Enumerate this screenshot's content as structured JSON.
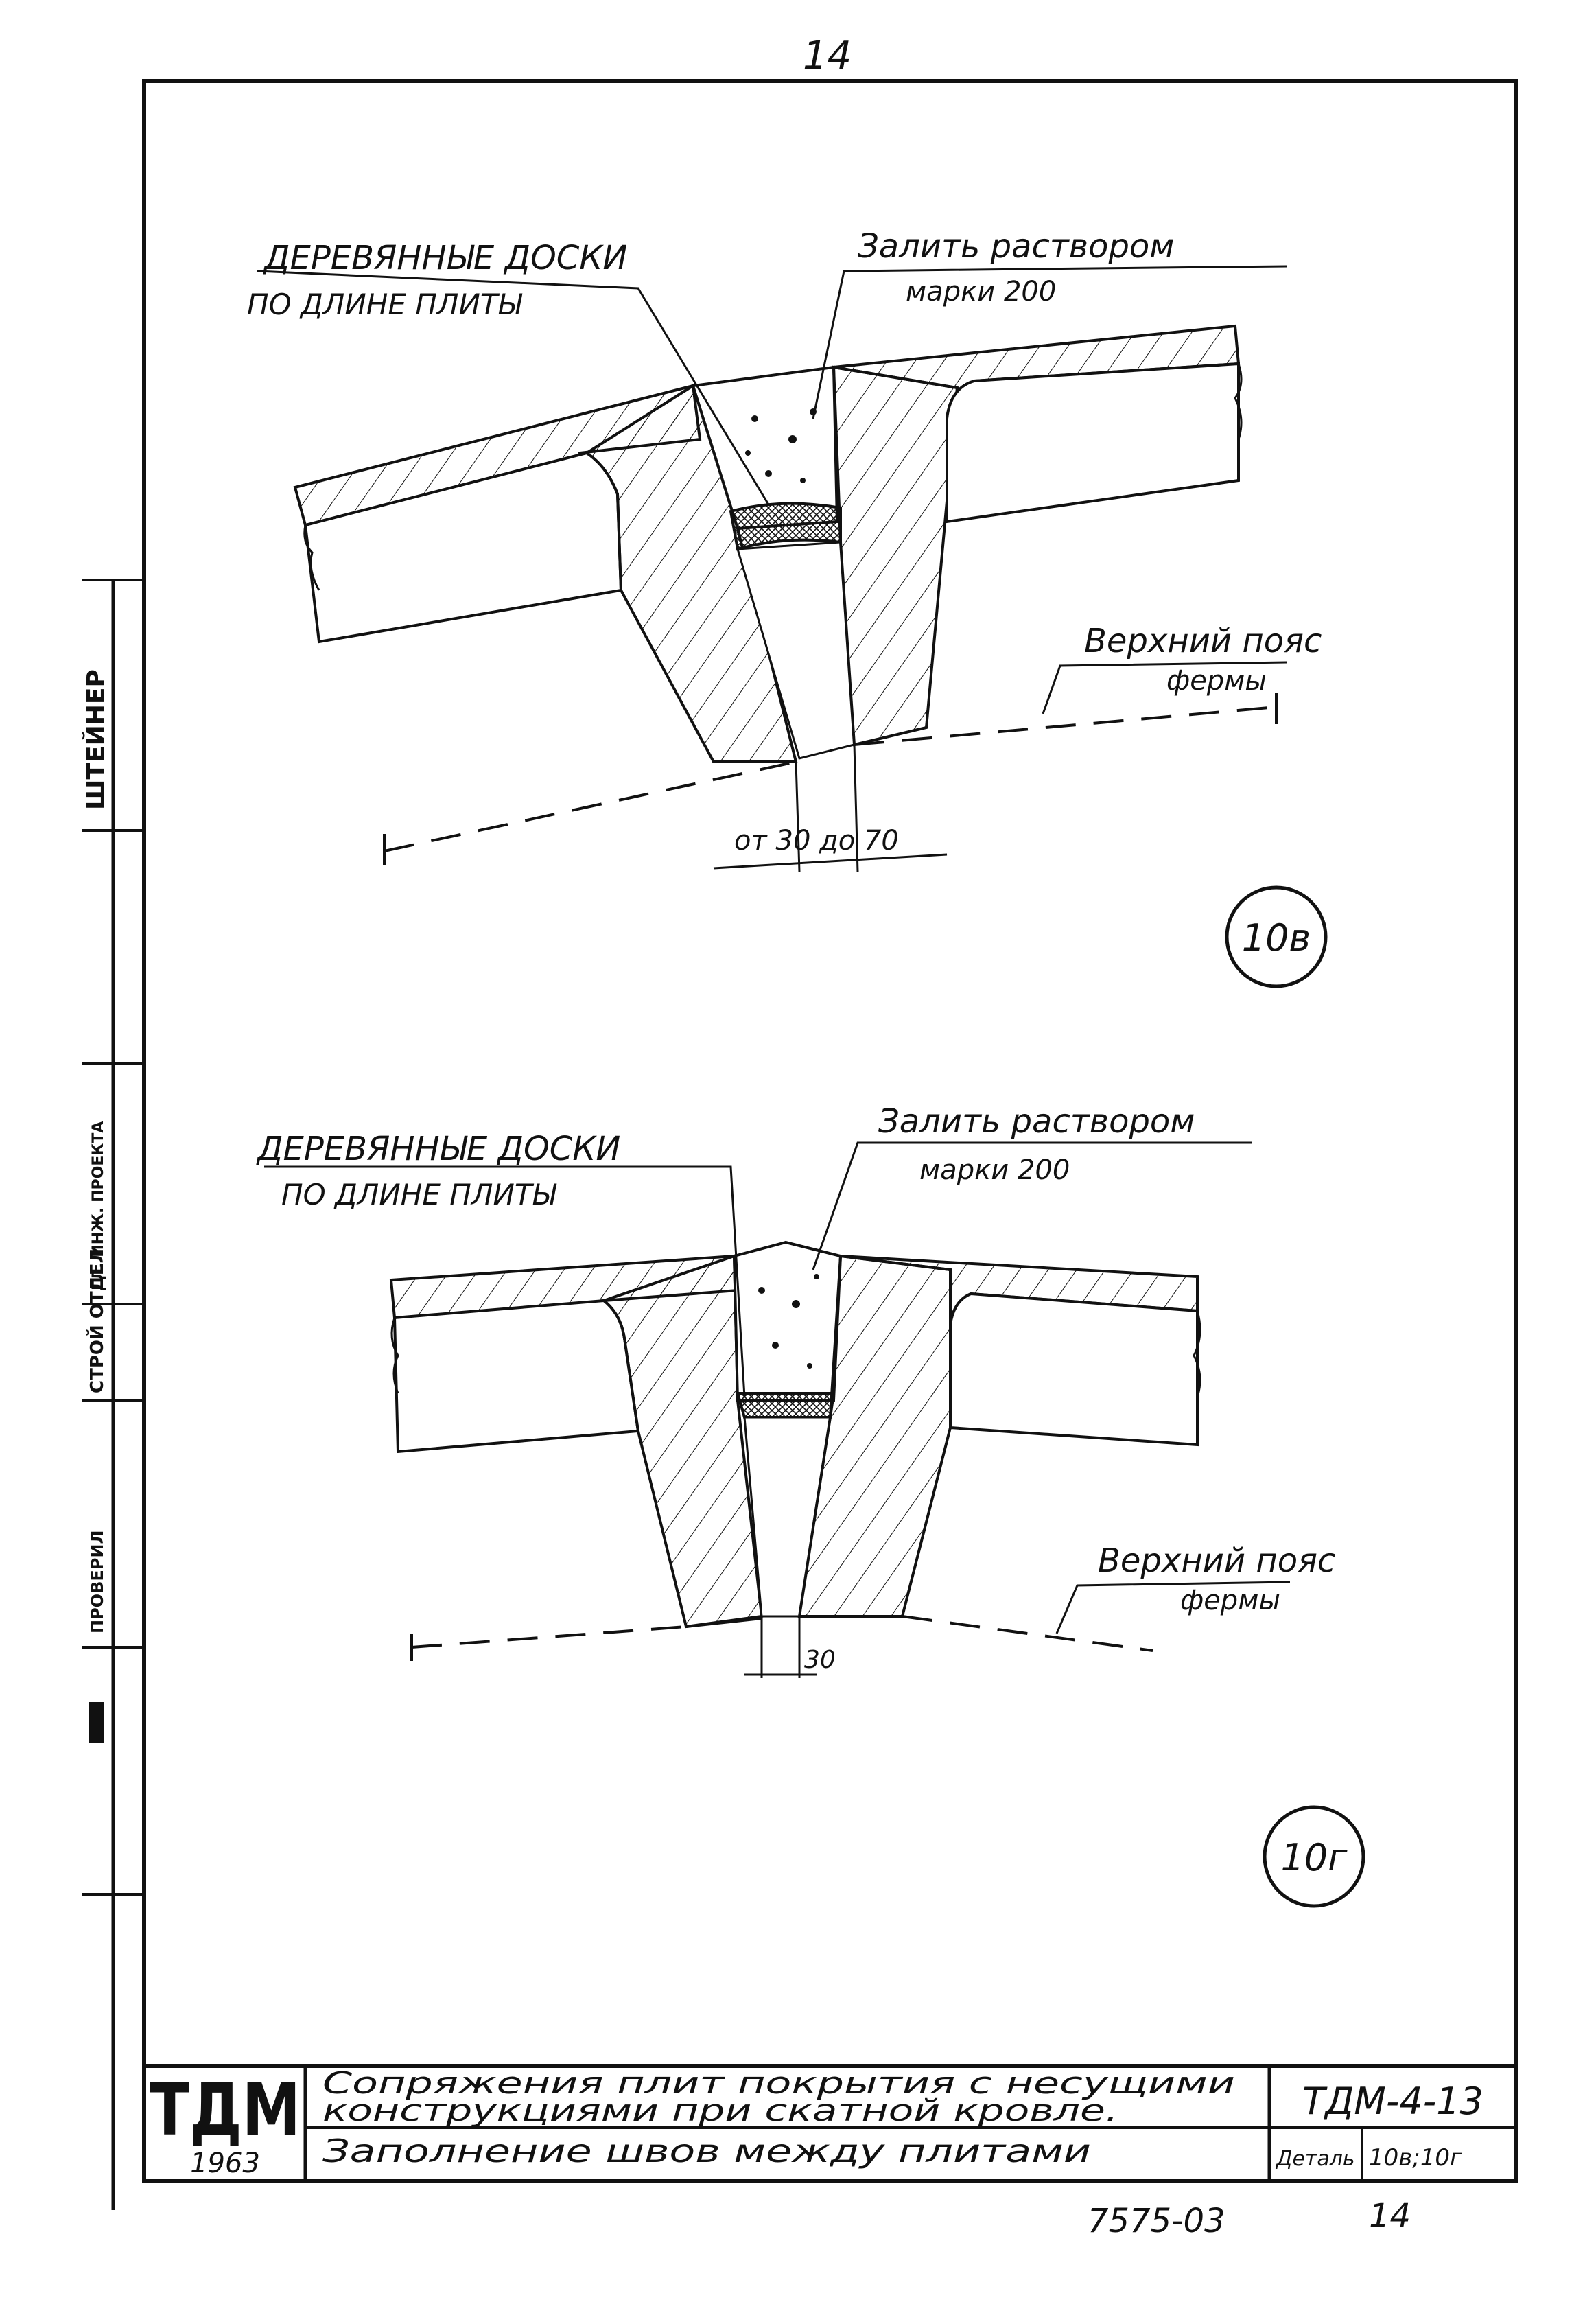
{
  "page_number_top": "14",
  "colors": {
    "ink": "#111111",
    "paper": "#ffffff"
  },
  "margin_stamp": {
    "items": [
      "ШТЕЙНЕР",
      "ГЛ. ИНЖ. ПРОЕКТА",
      "СТРОЙ ОТДЕЛ",
      "ПРОВЕРИЛ"
    ]
  },
  "detail_10v": {
    "label_boards_line1": "ДЕРЕВЯННЫЕ ДОСКИ",
    "label_boards_line2": "ПО ДЛИНЕ ПЛИТЫ",
    "label_mortar_line1": "Залить раствором",
    "label_mortar_line2": "марки 200",
    "label_chord_line1": "Верхний пояс",
    "label_chord_line2": "фермы",
    "dimension": "от 30 до 70",
    "detail_mark": "10в"
  },
  "detail_10g": {
    "label_boards_line1": "ДЕРЕВЯННЫЕ ДОСКИ",
    "label_boards_line2": "ПО ДЛИНЕ ПЛИТЫ",
    "label_mortar_line1": "Залить раствором",
    "label_mortar_line2": "марки 200",
    "label_chord_line1": "Верхний пояс",
    "label_chord_line2": "фермы",
    "dimension": "30",
    "detail_mark": "10г"
  },
  "title_block": {
    "logo": "ТДМ",
    "year": "1963",
    "title_line1": "Сопряжения плит покрытия с несущими",
    "title_line2": "конструкциями при скатной кровле.",
    "subtitle": "Заполнение швов между плитами",
    "series": "ТДМ-4-13",
    "detail_label": "Деталь",
    "detail_value": "10в;10г"
  },
  "footer": {
    "archive_number": "7575-03",
    "sheet_number": "14"
  }
}
